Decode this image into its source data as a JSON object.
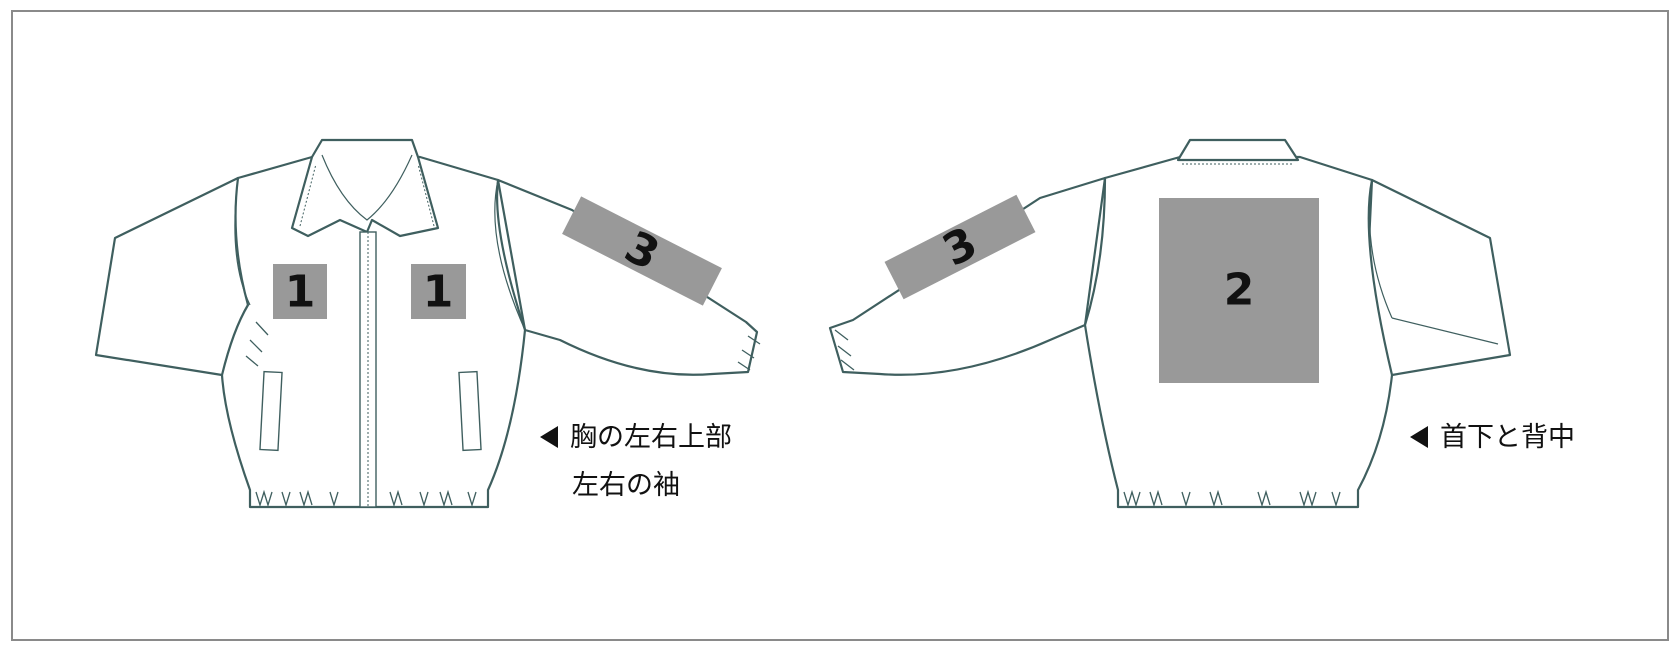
{
  "zones": {
    "chest_left": "1",
    "chest_right": "1",
    "back": "2",
    "sleeve_front": "3",
    "sleeve_back": "3"
  },
  "notes": {
    "front_line1": "胸の左右上部",
    "front_line2": "左右の袖",
    "back_line1": "首下と背中"
  },
  "colors": {
    "zone_fill": "#999999",
    "outline": "#3f5f5f",
    "frame": "#8a8a8a"
  },
  "icons": {
    "pointer": "left-pointing-triangle"
  }
}
